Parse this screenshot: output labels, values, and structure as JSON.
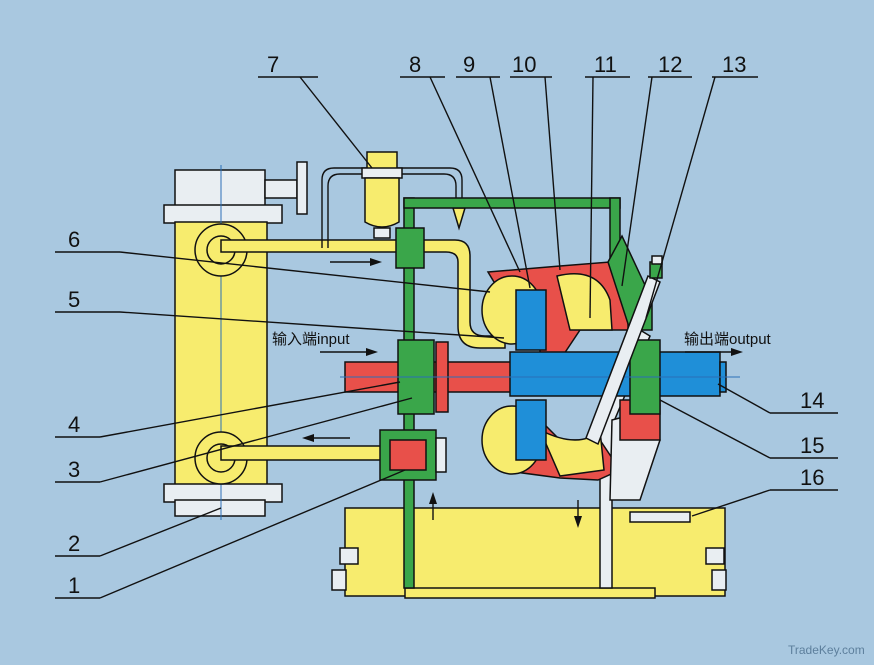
{
  "colors": {
    "background": "#a9c8e0",
    "cooler": "#f7ec6e",
    "pipe_green": "#3aa64a",
    "input_shaft_red": "#e8504a",
    "output_shaft_blue": "#1f8fd8",
    "casing_gray": "#e9eef2"
  },
  "labels": {
    "input": "输入端input",
    "output": "输出端output"
  },
  "parts": [
    "1",
    "2",
    "3",
    "4",
    "5",
    "6",
    "7",
    "8",
    "9",
    "10",
    "11",
    "12",
    "13",
    "14",
    "15",
    "16"
  ],
  "watermark": "TradeKey.com"
}
